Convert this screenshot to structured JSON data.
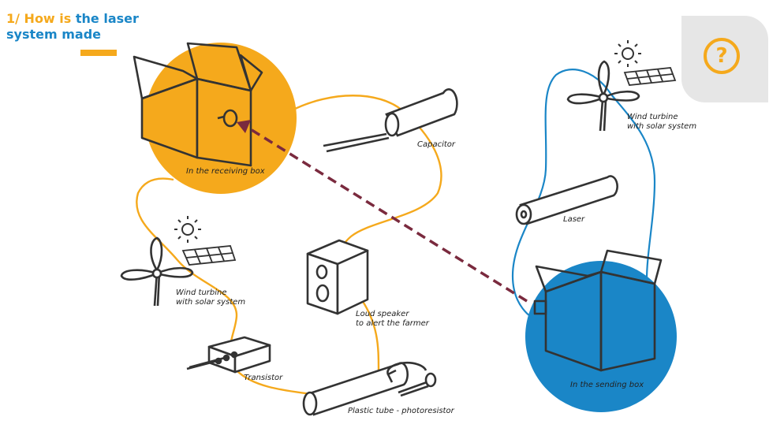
{
  "title": {
    "part1": "1/ How is",
    "part2": "the laser",
    "part3": "system made"
  },
  "labels": {
    "receiving_box": "In the receiving box",
    "sending_box": "In the sending box",
    "capacitor": "Capacitor",
    "laser": "Laser",
    "wind_left_1": "Wind turbine",
    "wind_left_2": "with solar system",
    "wind_right_1": "Wind turbine",
    "wind_right_2": "with solar system",
    "speaker_1": "Loud speaker",
    "speaker_2": "to alert the farmer",
    "transistor": "Transistor",
    "plastic_tube": "Plastic tube - photoresistor"
  },
  "help": {
    "symbol": "?"
  },
  "colors": {
    "orange": "#f5a91c",
    "blue": "#1a86c7",
    "laser_beam": "#7a2a3e",
    "outline": "#333333",
    "help_bg": "#e6e6e6"
  }
}
